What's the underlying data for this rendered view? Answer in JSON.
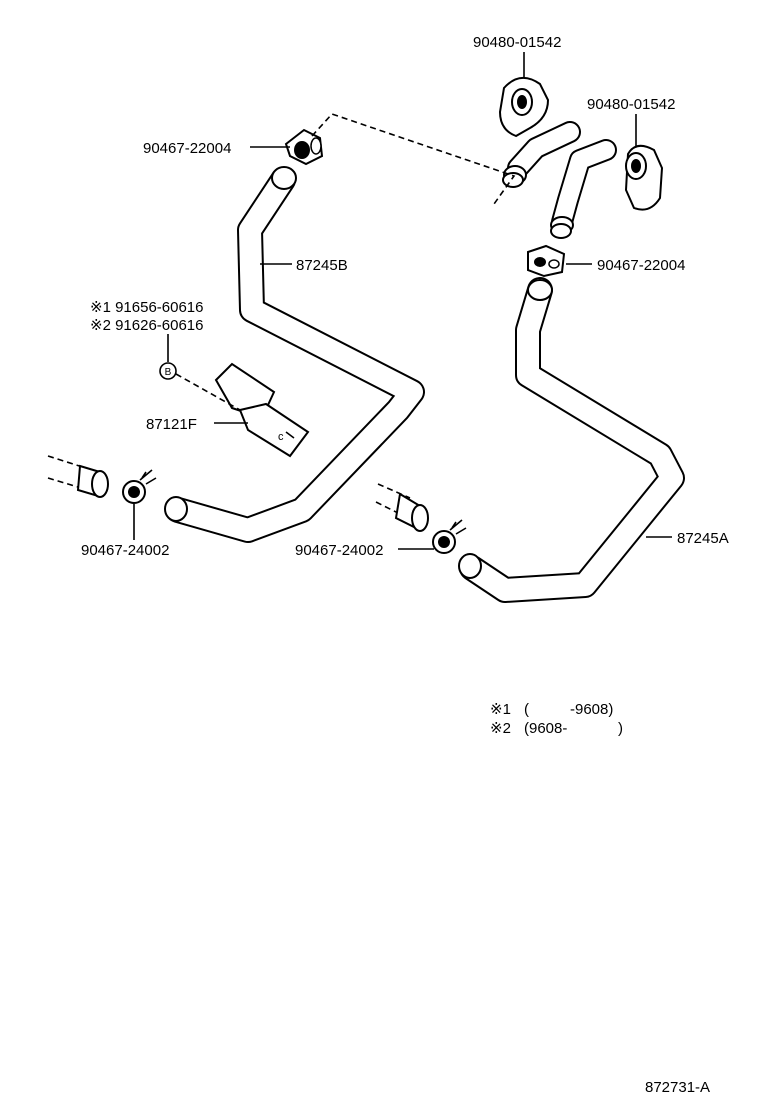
{
  "parts": {
    "grommet_upper": "90480-01542",
    "grommet_right": "90480-01542",
    "clip_upper_left": "90467-22004",
    "clip_upper_right": "90467-22004",
    "hose_b": "87245B",
    "hose_a": "87245A",
    "bolt_option_1": "※1 91656-60616",
    "bolt_option_2": "※2 91626-60616",
    "bracket": "87121F",
    "clip_lower_left": "90467-24002",
    "clip_lower_mid": "90467-24002",
    "bolt_marker": "B"
  },
  "legend": {
    "note_1_mark": "※1",
    "note_1_open": "(",
    "note_1_range": "-9608)",
    "note_2_mark": "※2",
    "note_2_range": "(9608-",
    "note_2_close": ")"
  },
  "figure_code": "872731-A"
}
